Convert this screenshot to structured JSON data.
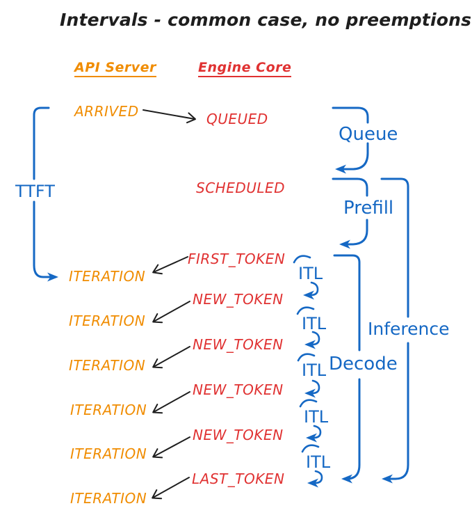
{
  "title": "Intervals - common case, no preemptions",
  "columns": {
    "api_server": "API Server",
    "engine_core": "Engine Core"
  },
  "api_events": [
    "ARRIVED",
    "ITERATION",
    "ITERATION",
    "ITERATION",
    "ITERATION",
    "ITERATION",
    "ITERATION"
  ],
  "engine_events": [
    "QUEUED",
    "SCHEDULED",
    "FIRST_TOKEN",
    "NEW_TOKEN",
    "NEW_TOKEN",
    "NEW_TOKEN",
    "NEW_TOKEN",
    "LAST_TOKEN"
  ],
  "intervals": {
    "ttft": "TTFT",
    "queue": "Queue",
    "prefill": "Prefill",
    "decode": "Decode",
    "inference": "Inference",
    "itl": [
      "ITL",
      "ITL",
      "ITL",
      "ITL",
      "ITL"
    ]
  },
  "colors": {
    "api": "#f08c00",
    "engine": "#e03131",
    "interval": "#1568c4",
    "arrow": "#1e1e1e",
    "background": "#ffffff"
  }
}
